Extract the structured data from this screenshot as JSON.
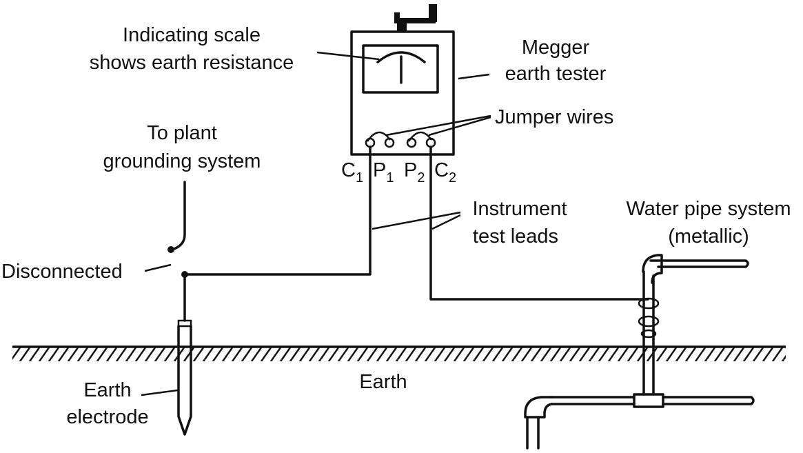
{
  "labels": {
    "indicating_scale": [
      "Indicating scale",
      "shows earth resistance"
    ],
    "megger": [
      "Megger",
      "earth tester"
    ],
    "jumper_wires": "Jumper wires",
    "to_plant": [
      "To plant",
      "grounding system"
    ],
    "terminals": {
      "c1": "C",
      "c1_sub": "1",
      "p1": "P",
      "p1_sub": "1",
      "p2": "P",
      "p2_sub": "2",
      "c2": "C",
      "c2_sub": "2"
    },
    "instrument_leads": [
      "Instrument",
      "test leads"
    ],
    "water_pipe": [
      "Water pipe system",
      "(metallic)"
    ],
    "disconnected": "Disconnected",
    "earth": "Earth",
    "earth_electrode": [
      "Earth",
      "electrode"
    ]
  }
}
